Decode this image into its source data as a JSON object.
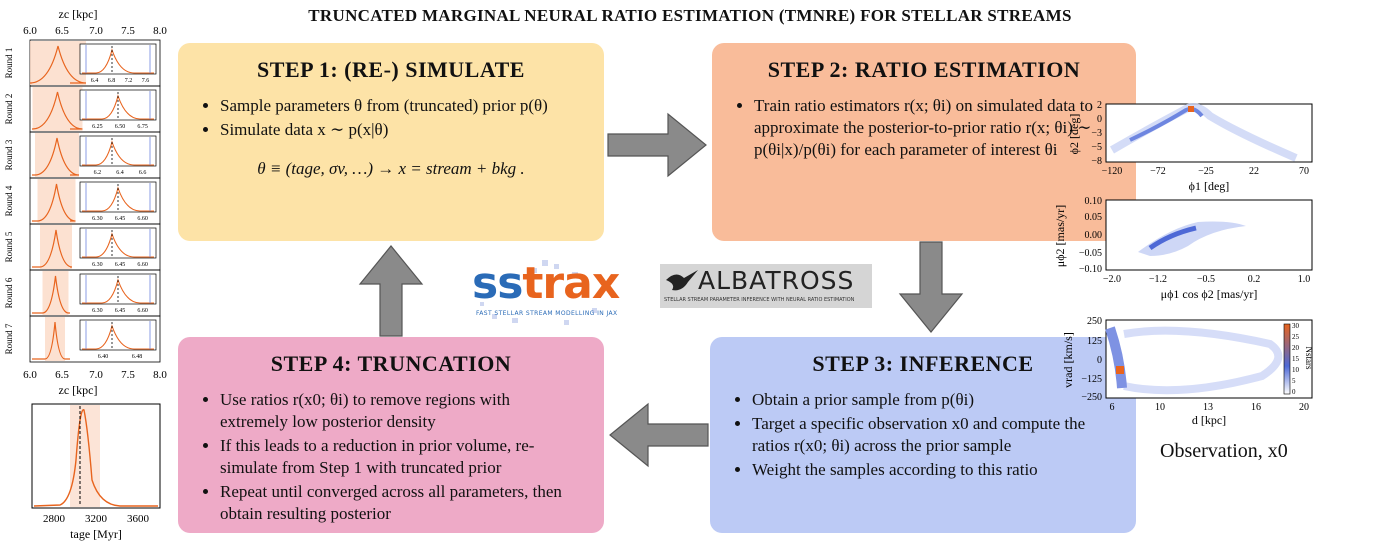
{
  "title": "TRUNCATED MARGINAL NEURAL RATIO ESTIMATION (TMNRE) FOR STELLAR STREAMS",
  "colors": {
    "step1": "#fde3a7",
    "step2": "#f9bc9a",
    "step3": "#bccaf5",
    "step4": "#eeaac7",
    "arrow": "#8a8a8a",
    "orange": "#e8641e",
    "sstrax_blue": "#2a6bb7",
    "sstrax_orange": "#e8641e"
  },
  "step1": {
    "title": "STEP 1: (RE-) SIMULATE",
    "items": [
      "Sample parameters θ from (truncated) prior p(θ)",
      "Simulate data x ∼ p(x|θ)"
    ],
    "equation": "θ ≡ (tage, σv, …) → x = stream + bkg ."
  },
  "step2": {
    "title": "STEP 2: RATIO ESTIMATION",
    "items": [
      "Train ratio estimators r(x; θi) on simulated data to approximate the posterior-to-prior ratio r(x; θi) ∼ p(θi|x)/p(θi) for each parameter of interest θi"
    ]
  },
  "step3": {
    "title": "STEP 3: INFERENCE",
    "items": [
      "Obtain a prior sample from p(θi)",
      "Target a specific observation x0 and compute the ratios r(x0; θi) across the prior sample",
      "Weight the samples according to this ratio"
    ]
  },
  "step4": {
    "title": "STEP 4: TRUNCATION",
    "items": [
      "Use ratios r(x0; θi) to remove regions with extremely low posterior density",
      "If this leads to a reduction in prior volume, re-simulate from Step 1 with truncated prior",
      "Repeat until converged across all parameters, then obtain resulting posterior"
    ]
  },
  "logos": {
    "sstrax": {
      "ss": "ss",
      "trax": "trax",
      "subtitle": "FAST STELLAR STREAM MODELLING IN JAX"
    },
    "albatross": {
      "name": "ALBATROSS",
      "subtitle": "STELLAR STREAM PARAMETER INFERENCE WITH NEURAL RATIO ESTIMATION"
    }
  },
  "left_panel": {
    "top_axis_label": "zc [kpc]",
    "bottom_axis_label": "zc [kpc]",
    "outer_ticks": [
      "6.0",
      "6.5",
      "7.0",
      "7.5",
      "8.0"
    ],
    "rounds": [
      {
        "label": "Round 1",
        "inset_ticks": [
          "6.4",
          "6.8",
          "7.2",
          "7.6"
        ]
      },
      {
        "label": "Round 2",
        "inset_ticks": [
          "6.25",
          "6.50",
          "6.75"
        ]
      },
      {
        "label": "Round 3",
        "inset_ticks": [
          "6.2",
          "6.4",
          "6.6"
        ]
      },
      {
        "label": "Round 4",
        "inset_ticks": [
          "6.30",
          "6.45",
          "6.60"
        ]
      },
      {
        "label": "Round 5",
        "inset_ticks": [
          "6.30",
          "6.45",
          "6.60"
        ]
      },
      {
        "label": "Round 6",
        "inset_ticks": [
          "6.30",
          "6.45",
          "6.60"
        ]
      },
      {
        "label": "Round 7",
        "inset_ticks": [
          "6.40",
          "6.48"
        ]
      }
    ],
    "age_ticks": [
      "2800",
      "3200",
      "3600"
    ],
    "age_axis_label": "tage [Myr]"
  },
  "right_panel": {
    "plot1": {
      "ylabel": "ϕ2 [deg]",
      "xlabel": "ϕ1 [deg]",
      "xticks": [
        "−120",
        "−72",
        "−25",
        "22",
        "70"
      ],
      "yticks": [
        "2",
        "0",
        "−3",
        "−5",
        "−8"
      ]
    },
    "plot2": {
      "ylabel": "μϕ2 [mas/yr]",
      "xlabel": "μϕ1 cos ϕ2 [mas/yr]",
      "xticks": [
        "−2.0",
        "−1.2",
        "−0.5",
        "0.2",
        "1.0"
      ],
      "yticks": [
        "0.10",
        "0.05",
        "0.00",
        "−0.05",
        "−0.10"
      ]
    },
    "plot3": {
      "ylabel": "vrad [km/s]",
      "xlabel": "d [kpc]",
      "xticks": [
        "6",
        "10",
        "13",
        "16",
        "20"
      ],
      "yticks": [
        "250",
        "125",
        "0",
        "−125",
        "−250"
      ],
      "cbar_ticks": [
        "30",
        "25",
        "20",
        "15",
        "10",
        "5",
        "0"
      ],
      "cbar_label": "Nstars"
    },
    "observation_label": "Observation, x0"
  }
}
